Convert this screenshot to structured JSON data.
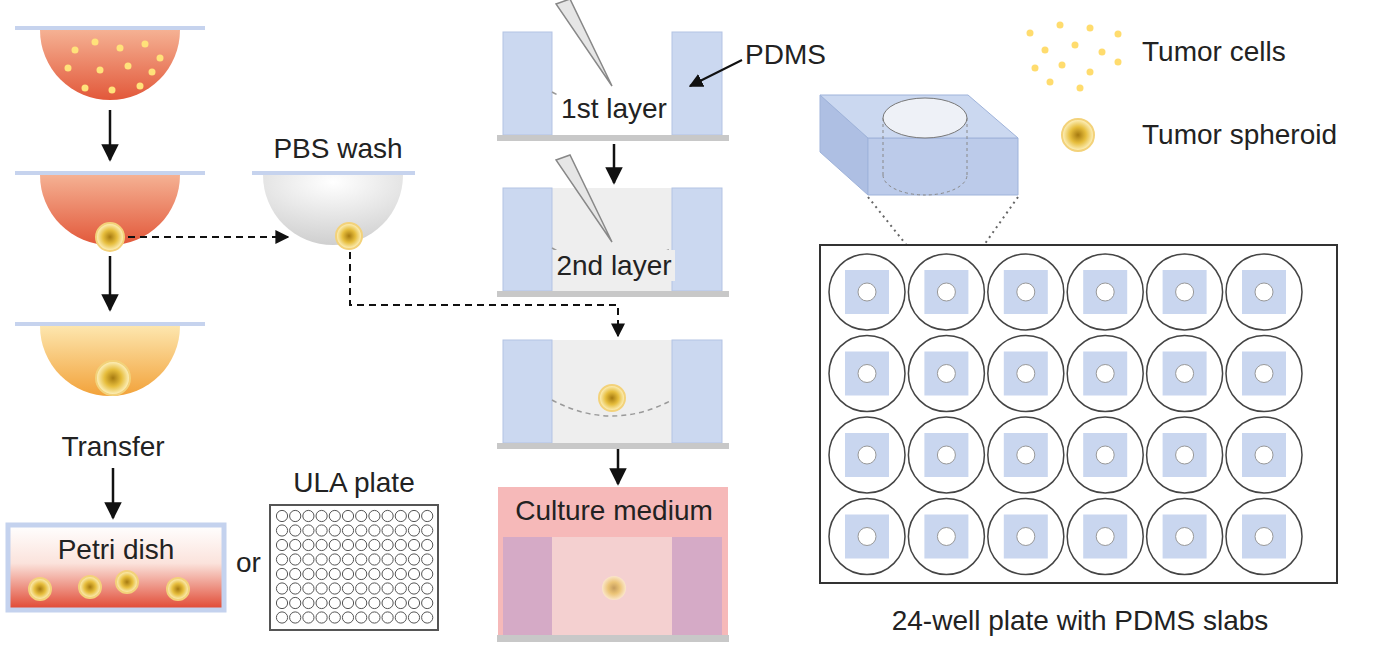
{
  "diagram": {
    "nodes": [
      {
        "text": [
          "PBS wash"
        ]
      },
      {
        "text": [
          "1st layer"
        ]
      },
      {
        "text": [
          "2nd layer"
        ]
      },
      {
        "text": [
          "Transfer"
        ]
      },
      {
        "text": [
          "Petri dish"
        ]
      },
      {
        "text": [
          "ULA plate"
        ]
      },
      {
        "text": [
          "Culture medium"
        ]
      },
      {
        "text": [
          "24-well plate with PDMS slabs"
        ]
      }
    ],
    "edges": [
      {
        "from": 1,
        "to": 2,
        "arrow": "to"
      },
      {
        "from": 3,
        "to": 4,
        "arrow": "to"
      }
    ],
    "labels": [
      "PDMS",
      "or"
    ],
    "legend": [
      {
        "text": "Tumor cells"
      },
      {
        "text": "Tumor spheroid"
      }
    ]
  }
}
